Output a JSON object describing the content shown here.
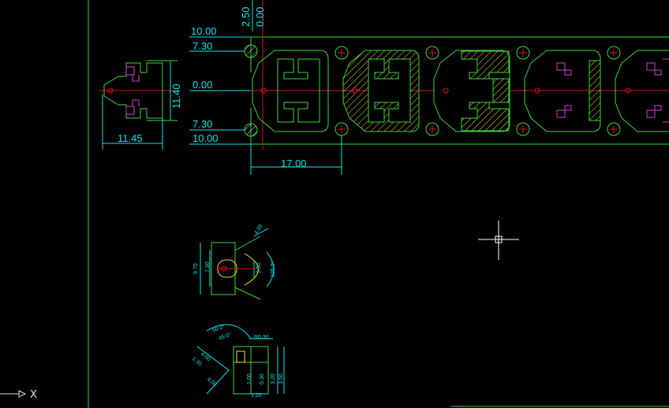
{
  "drawing": {
    "top_row_dims": {
      "left_labels": [
        "10.00",
        "7.30",
        "0.00",
        "7.30",
        "10.00"
      ],
      "vertical_top": [
        "2.50",
        "0.00"
      ],
      "pitch": "17.00",
      "part_width": "11.45",
      "part_height": "11.40"
    },
    "detail_1": {
      "labels": [
        "9.70",
        "7.30",
        "3.50",
        "105.0°",
        "4.00"
      ]
    },
    "detail_2": {
      "labels": [
        "R0.30",
        "50.0°",
        "45.0°",
        "4.00",
        "1.30",
        "4.00",
        "1.00",
        "0.30",
        "3.20",
        "3.50",
        "1.20"
      ]
    },
    "ucs": {
      "axis_label": "X"
    },
    "colors": {
      "background": "#000000",
      "outline": "#38d838",
      "dimension": "#00e6e6",
      "centerline": "#e01010",
      "hidden": "#d040d0",
      "crosshair": "#ffffff"
    }
  }
}
